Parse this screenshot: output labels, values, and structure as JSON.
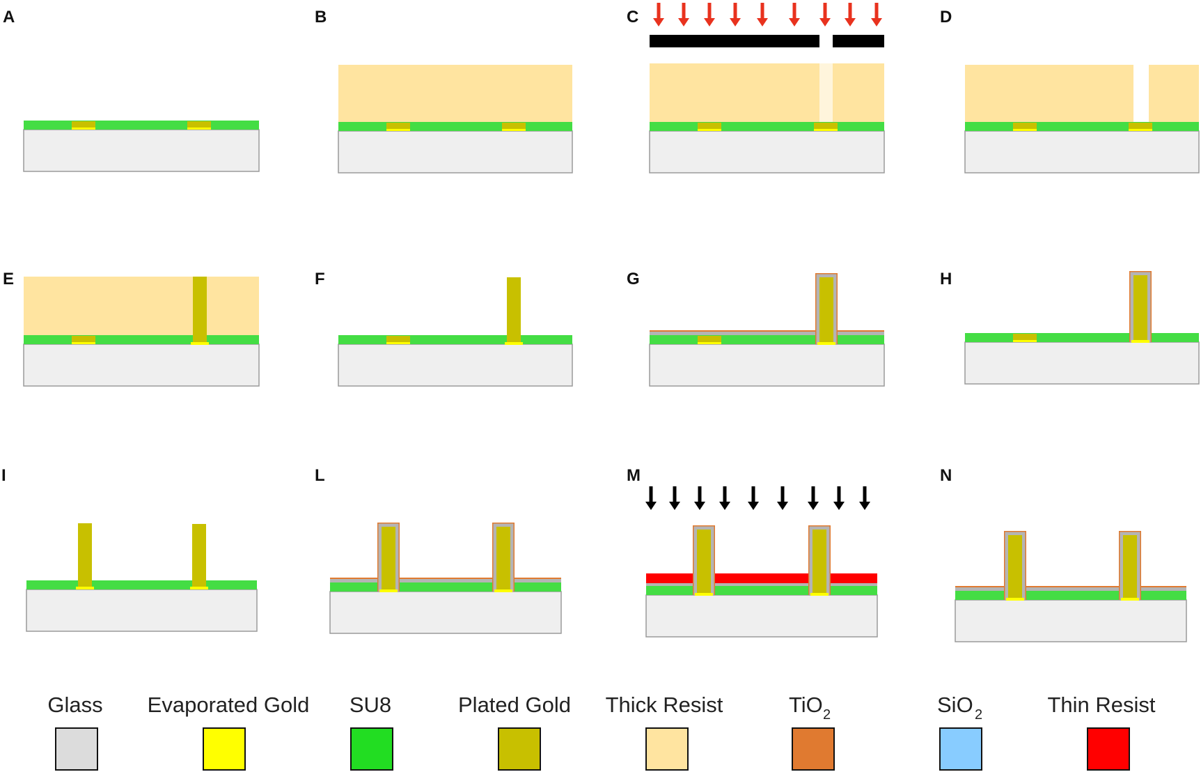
{
  "panels": [
    "A",
    "B",
    "C",
    "D",
    "E",
    "F",
    "G",
    "H",
    "I",
    "L",
    "M",
    "N"
  ],
  "legend": [
    {
      "label": "Glass",
      "sub": "",
      "color": "#dcdcdc"
    },
    {
      "label": "Evaporated Gold",
      "sub": "",
      "color": "#ffff00"
    },
    {
      "label": "SU8",
      "sub": "",
      "color": "#22dd22"
    },
    {
      "label": "Plated Gold",
      "sub": "",
      "color": "#c8c000"
    },
    {
      "label": "Thick Resist",
      "sub": "",
      "color": "#ffe4a0"
    },
    {
      "label": "TiO",
      "sub": "2",
      "color": "#e07a30"
    },
    {
      "label": "SiO",
      "sub": "2",
      "color": "#88ccff"
    },
    {
      "label": "Thin Resist",
      "sub": "",
      "color": "#ff0000"
    }
  ],
  "colors": {
    "glass_fill": "#efefef",
    "glass_stroke": "#9a9a9a",
    "evaporated_gold": "#ffff00",
    "su8": "#44dd44",
    "plated_gold": "#c8c000",
    "thick_resist": "#ffe4a0",
    "exposed_resist": "#fff5dc",
    "tio2": "#e07a30",
    "sio2": "#b4b4b4",
    "thin_resist": "#ff0000",
    "mask": "#000000",
    "arrow_red": "#e8321e",
    "arrow_black": "#000000"
  }
}
